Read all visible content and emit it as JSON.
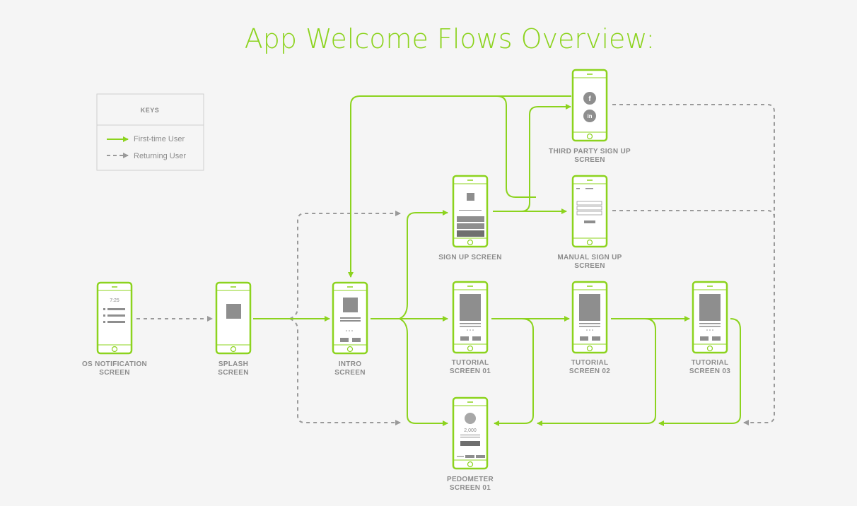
{
  "title": "App Welcome Flows Overview:",
  "colors": {
    "accent": "#8cd31e",
    "returning": "#9a9a9a",
    "background": "#f5f5f5",
    "label": "#8c8c8c",
    "placeholder": "#8e8e8e"
  },
  "keys": {
    "heading": "KEYS",
    "first_time": "First-time User",
    "returning": "Returning User"
  },
  "screens": {
    "os_notification": {
      "line1": "OS NOTIFICATION",
      "line2": "SCREEN",
      "time": "7:25"
    },
    "splash": {
      "line1": "SPLASH",
      "line2": "SCREEN"
    },
    "intro": {
      "line1": "INTRO",
      "line2": "SCREEN"
    },
    "sign_up": {
      "line1": "SIGN UP SCREEN",
      "line2": ""
    },
    "third_party": {
      "line1": "THIRD PARTY SIGN UP",
      "line2": "SCREEN",
      "icons": [
        "f",
        "in"
      ]
    },
    "manual_sign_up": {
      "line1": "MANUAL SIGN UP",
      "line2": "SCREEN"
    },
    "tutorial_01": {
      "line1": "TUTORIAL",
      "line2": "SCREEN 01"
    },
    "tutorial_02": {
      "line1": "TUTORIAL",
      "line2": "SCREEN 02"
    },
    "tutorial_03": {
      "line1": "TUTORIAL",
      "line2": "SCREEN 03"
    },
    "pedometer": {
      "line1": "PEDOMETER",
      "line2": "SCREEN 01",
      "steps": "2,000"
    }
  }
}
